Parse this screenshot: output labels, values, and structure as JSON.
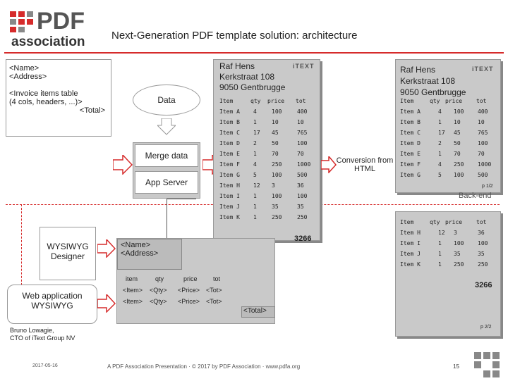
{
  "logo": {
    "top": "PDF",
    "bottom": "association"
  },
  "title": "Next-Generation PDF template solution: architecture",
  "template_box": {
    "line1": "<Name>",
    "line2": "<Address>",
    "line3": "<Invoice items table",
    "line4": "(4 cols, headers, ...)>",
    "line5": "<Total>"
  },
  "data_label": "Data",
  "merge_label": "Merge data",
  "appserver_label": "App Server",
  "conversion_label": "Conversion from HTML",
  "back_end_label": "Back-end",
  "wysiwyg_designer": "WYSIWYG Designer",
  "web_app": "Web application WYSIWYG",
  "author": {
    "name": "Bruno Lowagie,",
    "role": "CTO of iText Group NV"
  },
  "invoice": {
    "name": "Raf Hens",
    "street": "Kerkstraat 108",
    "city": "9050 Gentbrugge",
    "headers": [
      "Item",
      "qty",
      "price",
      "tot"
    ],
    "rows": [
      [
        "Item A",
        "4",
        "100",
        "400"
      ],
      [
        "Item B",
        "1",
        "10",
        "10"
      ],
      [
        "Item C",
        "17",
        "45",
        "765"
      ],
      [
        "Item D",
        "2",
        "50",
        "100"
      ],
      [
        "Item E",
        "1",
        "70",
        "70"
      ],
      [
        "Item F",
        "4",
        "250",
        "1000"
      ],
      [
        "Item G",
        "5",
        "100",
        "500"
      ],
      [
        "Item H",
        "12",
        "3",
        "36"
      ],
      [
        "Item I",
        "1",
        "100",
        "100"
      ],
      [
        "Item J",
        "1",
        "35",
        "35"
      ],
      [
        "Item K",
        "1",
        "250",
        "250"
      ]
    ],
    "total": "3266"
  },
  "right_page1_rows_count_label": "p 1/2",
  "right_page2_label": "p 2/2",
  "designer_canvas": {
    "name": "<Name>",
    "address": "<Address>",
    "headers": [
      "item",
      "qty",
      "price",
      "tot"
    ],
    "row1": [
      "<Item>",
      "<Qty>",
      "<Price>",
      "<Tot>"
    ],
    "row2": [
      "<Item>",
      "<Qty>",
      "<Price>",
      "<Tot>"
    ],
    "total": "<Total>"
  },
  "itext_logo": "iTEXT",
  "footer": {
    "date": "2017-05-16",
    "center": "A PDF Association Presentation · © 2017 by PDF Association · www.pdfa.org",
    "page": "15"
  }
}
